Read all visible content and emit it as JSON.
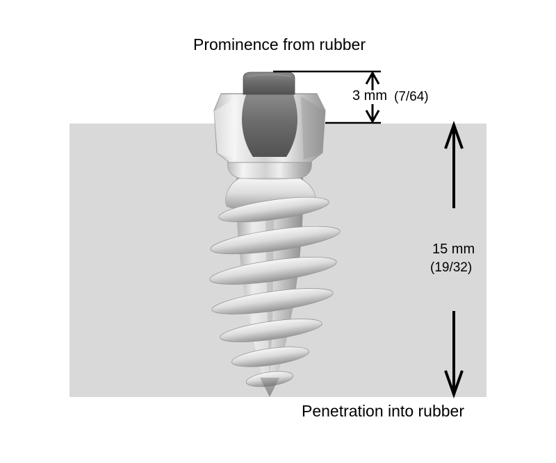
{
  "figure": {
    "top_caption": "Prominence from rubber",
    "bottom_caption": "Penetration into rubber"
  },
  "dimensions": {
    "prominence": {
      "metric": "3 mm",
      "imperial": "(7/64)"
    },
    "penetration": {
      "metric": "15 mm",
      "imperial": "(19/32)"
    }
  },
  "colors": {
    "background": "#ffffff",
    "rubber_block": "#d9d9d9",
    "ink": "#000000",
    "carbide_pin": "#6e6e6e",
    "metal_light": "#f2f2f2",
    "metal_dark": "#9e9e9e"
  },
  "icons": {
    "subject": "tire-stud-screw",
    "annotations": "dimension-arrows"
  }
}
